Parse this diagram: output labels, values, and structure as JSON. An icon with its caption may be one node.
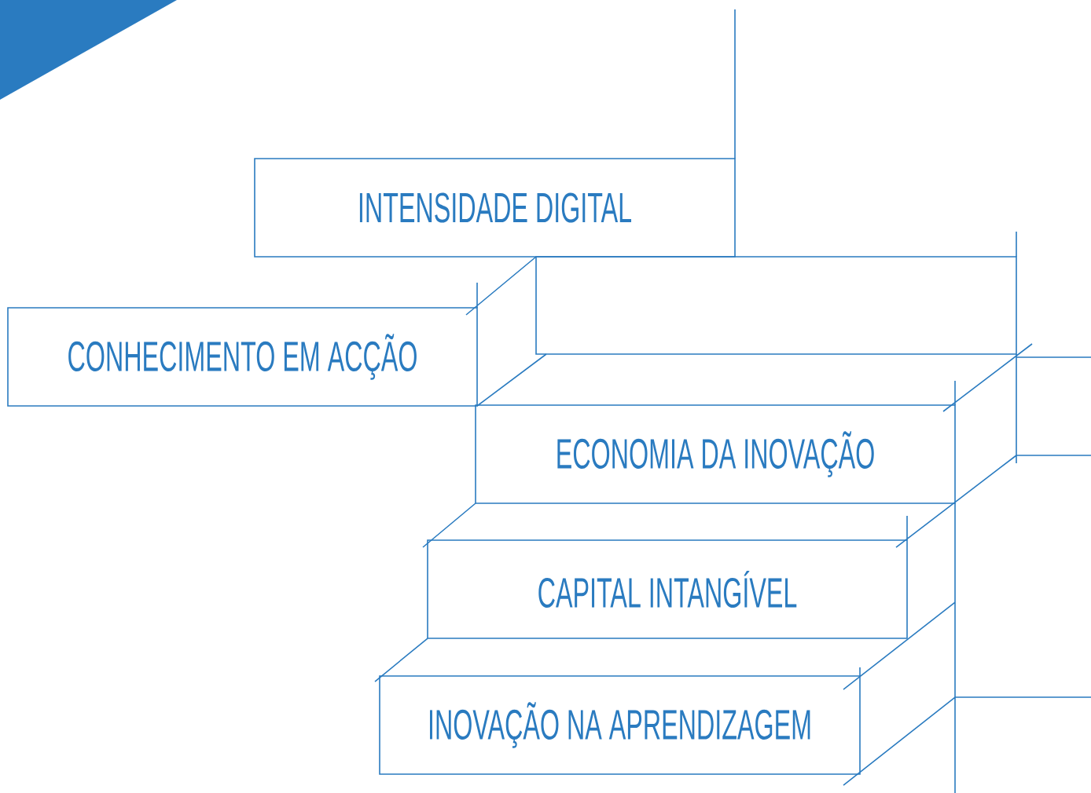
{
  "diagram": {
    "nodes": [
      {
        "text": [
          "INTENSIDADE DIGITAL"
        ]
      },
      {
        "text": [],
        "shape": "box"
      },
      {
        "text": [
          "CONHECIMENTO EM ACÇÃO"
        ]
      },
      {
        "text": [
          "ECONOMIA DA INOVAÇÃO"
        ]
      },
      {
        "text": [],
        "shape": "box"
      },
      {
        "text": [
          "CAPITAL INTANGÍVEL"
        ]
      },
      {
        "text": [
          "INOVAÇÃO NA APRENDIZAGEM"
        ]
      }
    ]
  }
}
